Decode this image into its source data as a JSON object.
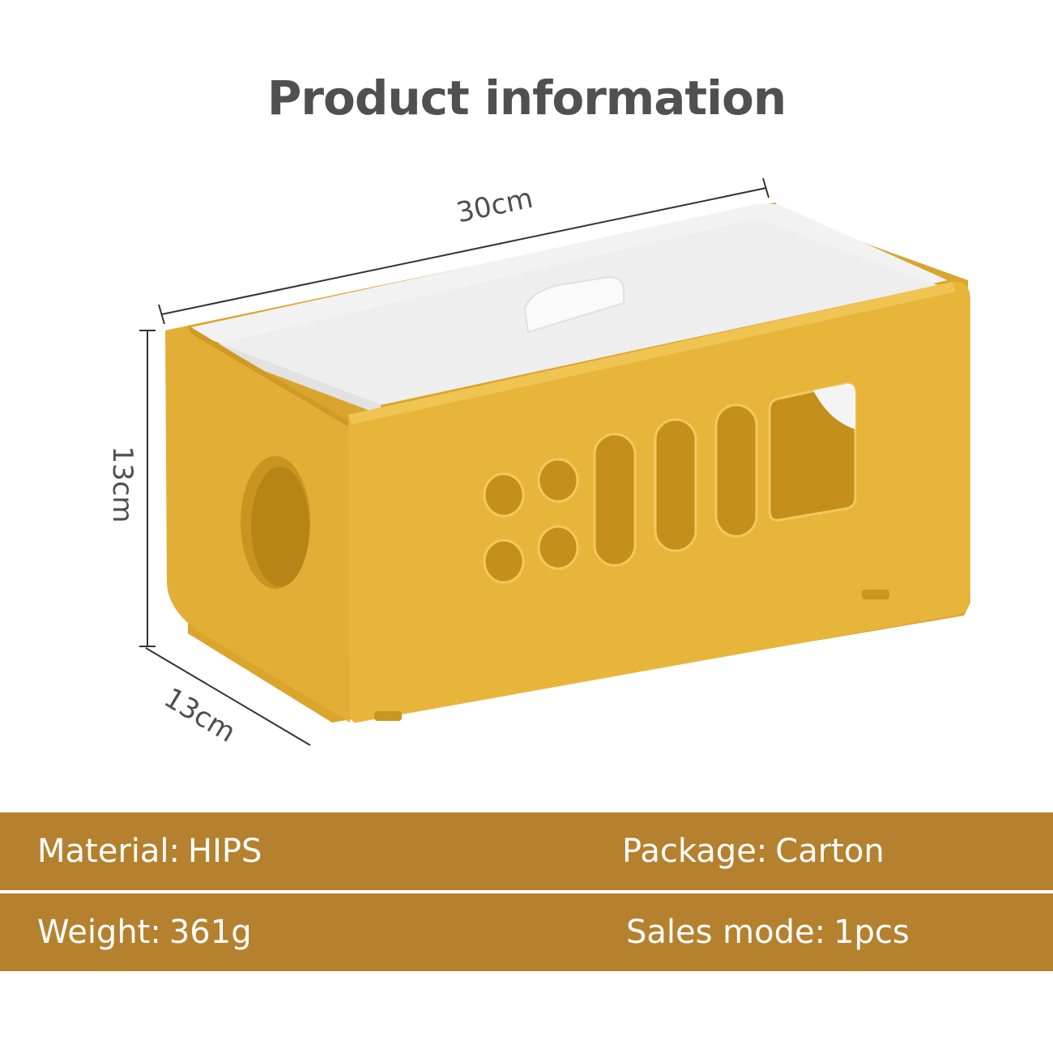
{
  "title": "Product information",
  "dimensions": {
    "length": "30cm",
    "height": "13cm",
    "depth": "13cm"
  },
  "specs": {
    "material": {
      "label": "Material:",
      "value": "HIPS"
    },
    "package": {
      "label": "Package:",
      "value": "Carton"
    },
    "weight": {
      "label": "Weight:",
      "value": "361g"
    },
    "sales_mode": {
      "label": "Sales mode:",
      "value": "1pcs"
    }
  },
  "colors": {
    "spec_bar": "#b5812f",
    "box_body": "#e6b43a",
    "box_shadow": "#c9961f",
    "lid": "#f1f1f1",
    "title_text": "#505050"
  }
}
